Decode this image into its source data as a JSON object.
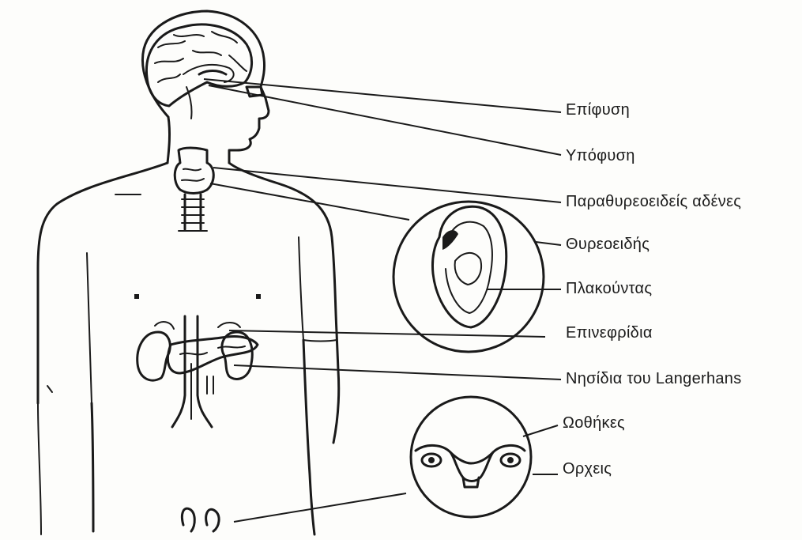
{
  "diagram": {
    "labels": {
      "epifysi": "Επίφυση",
      "ypofysi": "Υπόφυση",
      "parathyreoeideis": "Παραθυρεοειδείς αδένες",
      "thyreoeidis": "Θυρεοειδής",
      "plakountas": "Πλακούντας",
      "epinefridia": "Επινεφρίδια",
      "nisidia": "Νησίδια του Langerhans",
      "oothikes": "Ωοθήκες",
      "orxeis": "Ορχεις"
    },
    "style": {
      "ink_color": "#1a1a1a",
      "background": "#fdfdfb"
    }
  }
}
